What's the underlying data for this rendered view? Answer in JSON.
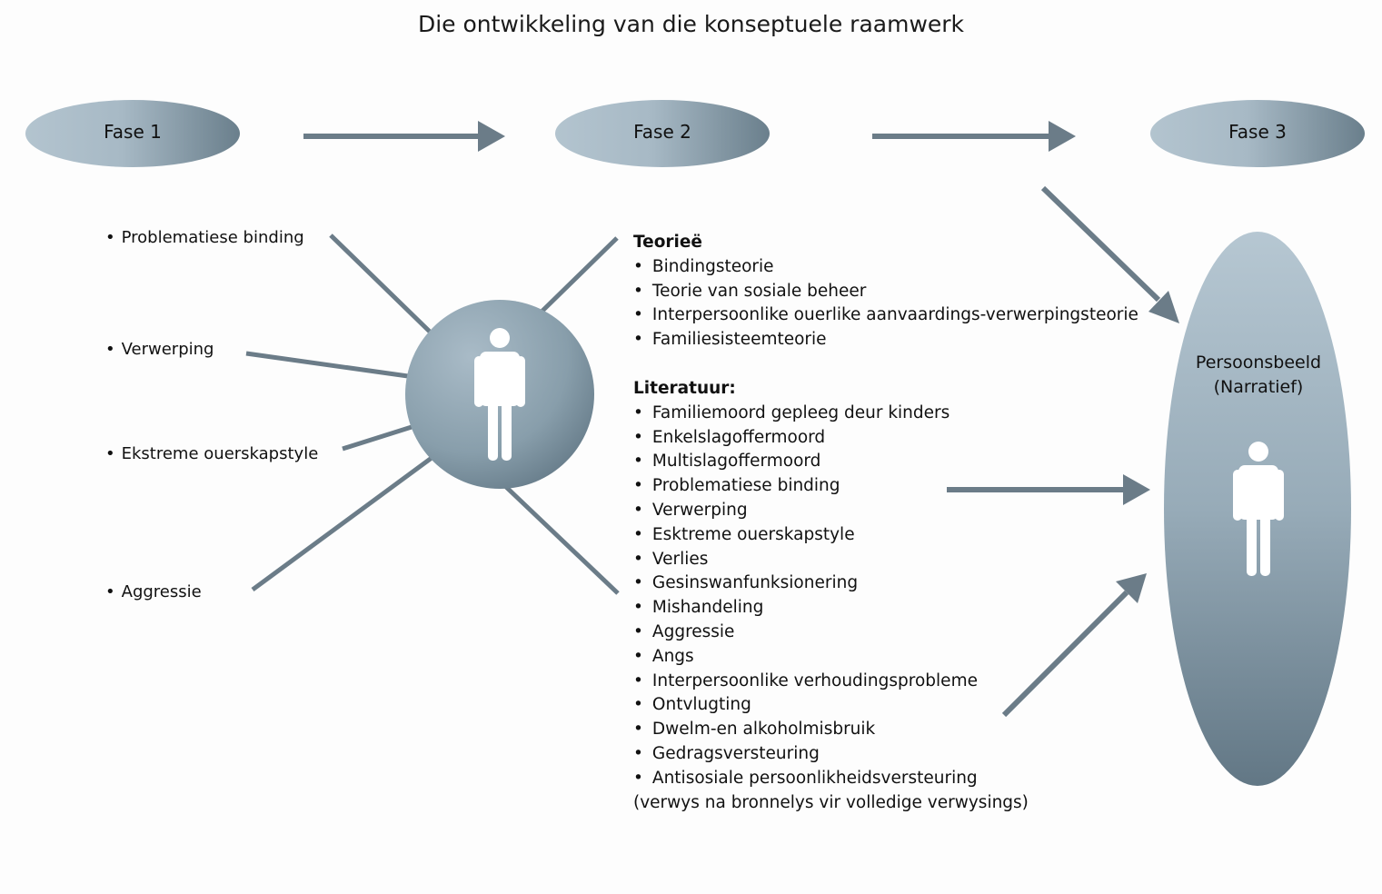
{
  "title": "Die ontwikkeling van die konseptuele raamwerk",
  "phases": [
    "Fase 1",
    "Fase 2",
    "Fase 3"
  ],
  "phase1_items": [
    "Problematiese binding",
    "Verwerping",
    "Ekstreme ouerskapstyle",
    "Aggressie"
  ],
  "theories": {
    "heading": "Teorieë",
    "items": [
      "Bindingsteorie",
      "Teorie van sosiale beheer",
      "Interpersoonlike ouerlike aanvaardings-verwerpingsteorie",
      "Familiesisteemteorie"
    ]
  },
  "literature": {
    "heading": "Literatuur:",
    "items": [
      "Familiemoord gepleeg deur kinders",
      "Enkelslagoffermoord",
      "Multislagoffermoord",
      "Problematiese binding",
      "Verwerping",
      "Esktreme ouerskapstyle",
      "Verlies",
      "Gesinswanfunksionering",
      "Mishandeling",
      "Aggressie",
      "Angs",
      "Interpersoonlike verhoudingsprobleme",
      "Ontvlugting",
      "Dwelm-en alkoholmisbruik",
      "Gedragsversteuring",
      "Antisosiale persoonlikheidsversteuring"
    ],
    "note": "(verwys na bronnelys vir volledige verwysings)"
  },
  "portrait": {
    "line1": "Persoonsbeeld",
    "line2": "(Narratief)"
  },
  "colors": {
    "shape_light": "#aebfcb",
    "shape_dark": "#6a7f8c",
    "arrow": "#6b7c88",
    "person": "#ffffff"
  },
  "icons": [
    "person-icon",
    "person-icon"
  ]
}
